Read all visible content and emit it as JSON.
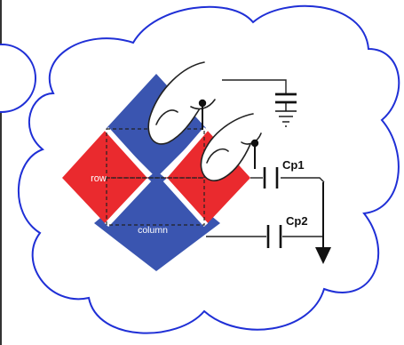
{
  "diagram": {
    "labels": {
      "row": "row",
      "column": "column",
      "cp1": "Cp1",
      "cp2": "Cp2"
    },
    "colors": {
      "cloud_outline": "#1f2fd6",
      "blue_electrode": "#3a55b0",
      "red_electrode": "#ea2a2e",
      "wire": "#222222",
      "frame": "#333333"
    },
    "icons": [
      "finger-icon",
      "finger-icon",
      "capacitor-icon",
      "ground-icon",
      "arrow-down-icon"
    ]
  }
}
